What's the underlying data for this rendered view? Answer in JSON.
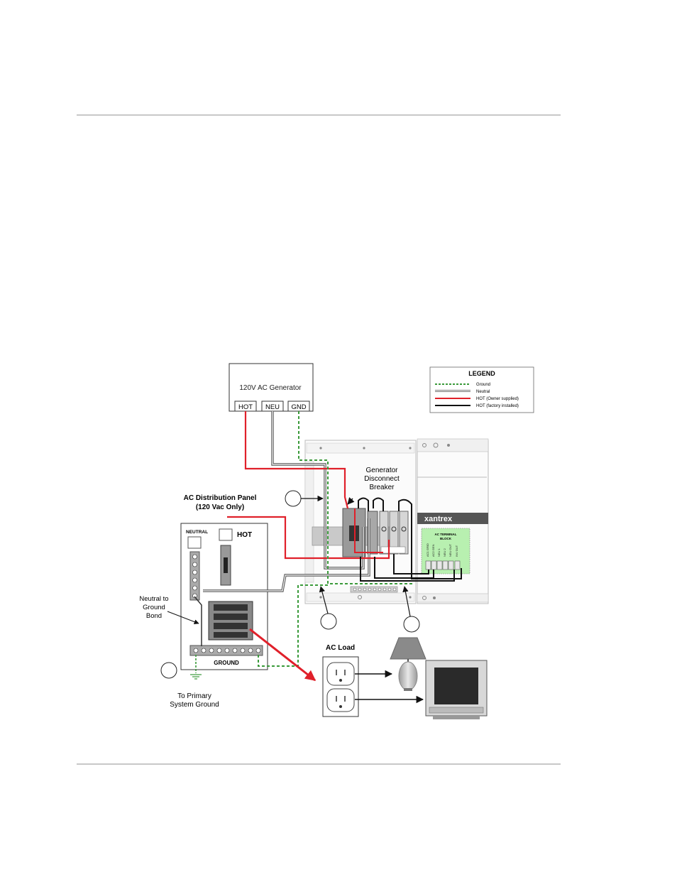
{
  "generator": {
    "title": "120V AC Generator",
    "terminals": [
      "HOT",
      "NEU",
      "GND"
    ]
  },
  "legend": {
    "title": "LEGEND",
    "items": [
      {
        "label": "Ground",
        "color": "#3a9a3a",
        "style": "dashed"
      },
      {
        "label": "Neutral",
        "color": "#888888",
        "style": "double"
      },
      {
        "label": "HOT (Owner supplied)",
        "color": "#e0202a",
        "style": "solid"
      },
      {
        "label": "HOT (factory installed)",
        "color": "#111111",
        "style": "solid"
      }
    ]
  },
  "labels": {
    "breaker_line1": "Generator",
    "breaker_line2": "Disconnect",
    "breaker_line3": "Breaker",
    "panel_line1": "AC Distribution Panel",
    "panel_line2": "(120 Vac Only)",
    "neutral": "NEUTRAL",
    "hot": "HOT",
    "ground": "GROUND",
    "bond_line1": "Neutral to",
    "bond_line2": "Ground",
    "bond_line3": "Bond",
    "primary_line1": "To Primary",
    "primary_line2": "System Ground",
    "ac_load": "AC Load",
    "brand": "xantrex",
    "terminal_block_line1": "AC TERMINAL",
    "terminal_block_line2": "BLOCK",
    "terminal_names": [
      "AC1 GRID",
      "AC2 GEN",
      "NEU 1",
      "NEU 2",
      "NEU OUT",
      "INV OUT"
    ]
  },
  "colors": {
    "ground": "#3a9a3a",
    "hot_owner": "#e0202a",
    "hot_factory": "#111111",
    "neutral": "#888888",
    "terminal_block": "#b8f0b0",
    "brand_bar": "#555555"
  }
}
